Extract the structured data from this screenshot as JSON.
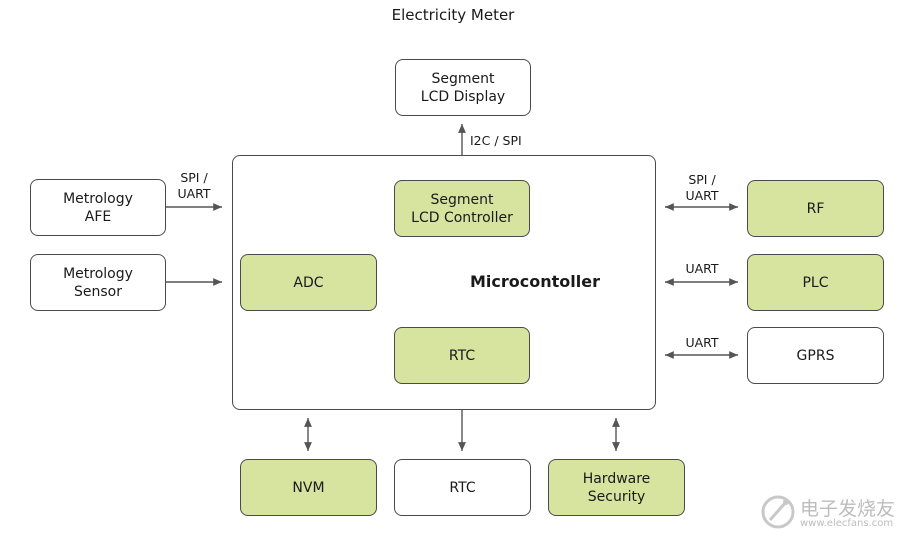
{
  "title": "Electricity Meter",
  "microcontroller": {
    "label": "Microcontoller",
    "blocks": {
      "lcd_controller": "Segment\nLCD Controller",
      "adc": "ADC",
      "rtc": "RTC"
    }
  },
  "top": {
    "lcd_display": "Segment\nLCD Display",
    "interface": "I2C / SPI"
  },
  "left": {
    "metrology_afe": "Metrology\nAFE",
    "metrology_afe_interface": "SPI /\nUART",
    "metrology_sensor": "Metrology\nSensor"
  },
  "right": {
    "rf": "RF",
    "rf_interface": "SPI /\nUART",
    "plc": "PLC",
    "plc_interface": "UART",
    "gprs": "GPRS",
    "gprs_interface": "UART"
  },
  "bottom": {
    "nvm": "NVM",
    "rtc": "RTC",
    "hardware_security": "Hardware\nSecurity"
  },
  "watermark": {
    "text": "电子发烧友",
    "url": "www.elecfans.com"
  },
  "colors": {
    "green_fill": "#d6e4a0",
    "border": "#4a4a4a",
    "arrow": "#555555"
  }
}
